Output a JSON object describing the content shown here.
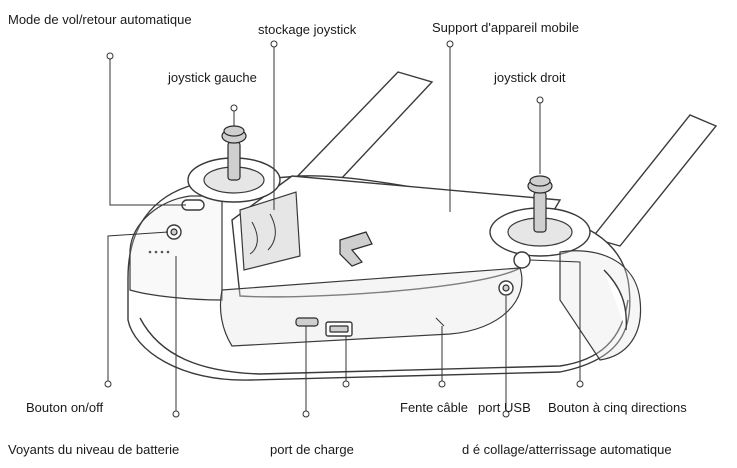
{
  "labels": {
    "flight_mode_rth": "Mode de vol/retour automatique",
    "joystick_storage": "stockage joystick",
    "phone_holder": "Support d'appareil mobile",
    "left_joystick": "joystick gauche",
    "right_joystick": "joystick droit",
    "power_button": "Bouton on/off",
    "battery_leds": "Voyants du niveau de batterie",
    "charging_port": "port de charge",
    "cable_slot": "Fente câble",
    "usb_port": "port USB",
    "five_way_button": "Bouton  à  cinq directions",
    "takeoff_landing": "d é collage/atterrissage automatique"
  }
}
